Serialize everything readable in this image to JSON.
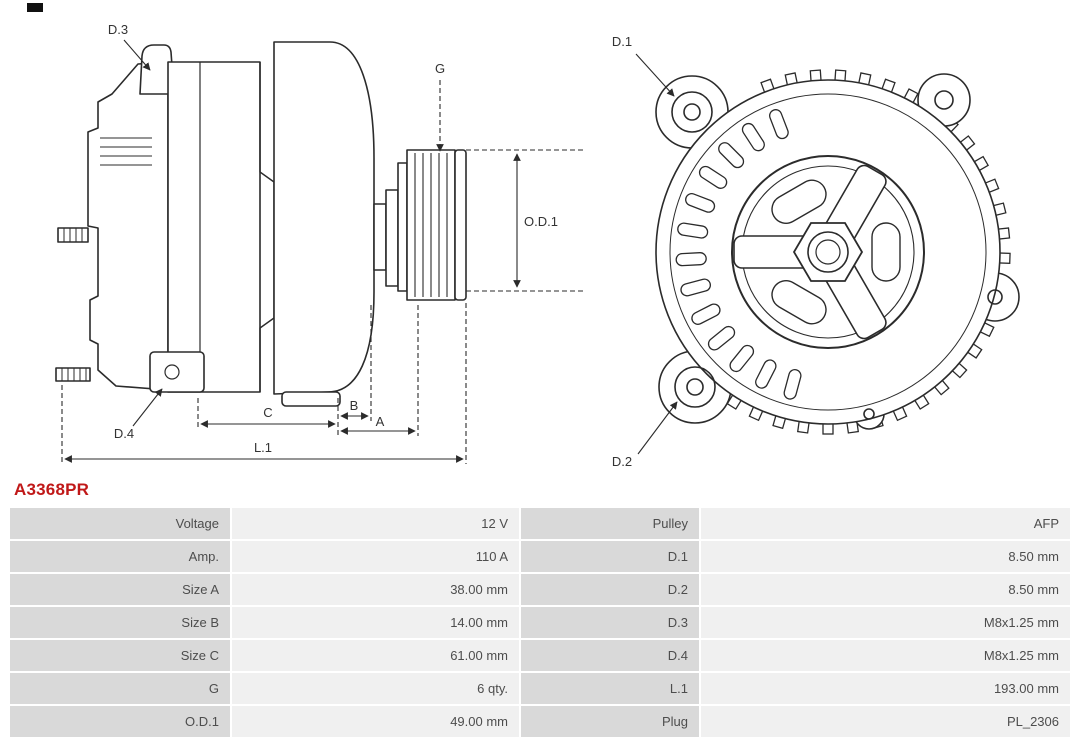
{
  "product": {
    "code": "A3368PR"
  },
  "colors": {
    "accent": "#c01818",
    "line": "#2b2b2b",
    "label_bg": "#d9d9d9",
    "value_bg": "#f0f0f0"
  },
  "diagram": {
    "side_view": {
      "labels": {
        "d3": "D.3",
        "g": "G",
        "od1": "O.D.1",
        "d4": "D.4",
        "c": "C",
        "b": "B",
        "a": "A",
        "l1": "L.1"
      }
    },
    "front_view": {
      "labels": {
        "d1": "D.1",
        "d2": "D.2"
      }
    }
  },
  "spec_table": {
    "rows": [
      {
        "label_left": "Voltage",
        "value_left": "12 V",
        "label_right": "Pulley",
        "value_right": "AFP"
      },
      {
        "label_left": "Amp.",
        "value_left": "110 A",
        "label_right": "D.1",
        "value_right": "8.50 mm"
      },
      {
        "label_left": "Size A",
        "value_left": "38.00 mm",
        "label_right": "D.2",
        "value_right": "8.50 mm"
      },
      {
        "label_left": "Size B",
        "value_left": "14.00 mm",
        "label_right": "D.3",
        "value_right": "M8x1.25 mm"
      },
      {
        "label_left": "Size C",
        "value_left": "61.00 mm",
        "label_right": "D.4",
        "value_right": "M8x1.25 mm"
      },
      {
        "label_left": "G",
        "value_left": "6 qty.",
        "label_right": "L.1",
        "value_right": "193.00 mm"
      },
      {
        "label_left": "O.D.1",
        "value_left": "49.00 mm",
        "label_right": "Plug",
        "value_right": "PL_2306"
      }
    ]
  }
}
